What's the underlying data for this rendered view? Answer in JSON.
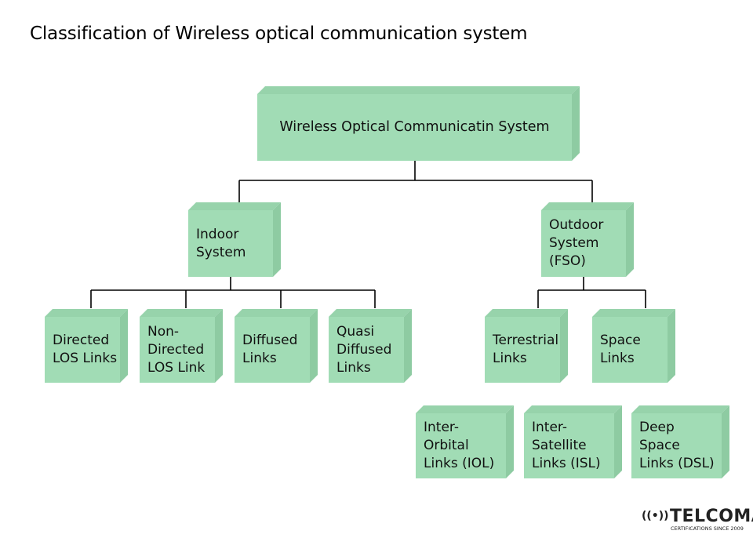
{
  "title": "Classification of Wireless optical communication system",
  "colors": {
    "box_front": "#a1dcb5",
    "box_side": "#8ecba2",
    "box_top": "#97d3ab",
    "line": "#000000"
  },
  "nodes": {
    "root": "Wireless Optical Communicatin System",
    "indoor": "Indoor\nSystem",
    "outdoor": "Outdoor\nSystem\n(FSO)",
    "directed_los": "Directed\nLOS Links",
    "non_directed_los": "Non-\nDirected\nLOS Link",
    "diffused": "Diffused\nLinks",
    "quasi_diffused": "Quasi\nDiffused\nLinks",
    "terrestrial": "Terrestrial\nLinks",
    "space": "Space\nLinks",
    "iol": "Inter-\nOrbital\nLinks (IOL)",
    "isl": "Inter-\nSatellite\nLinks (ISL)",
    "dsl": "Deep\nSpace\nLinks (DSL)"
  },
  "logo": {
    "name": "TELCOMA",
    "tagline": "CERTIFICATIONS SINCE 2009",
    "icon": "wireless-signal-icon"
  }
}
